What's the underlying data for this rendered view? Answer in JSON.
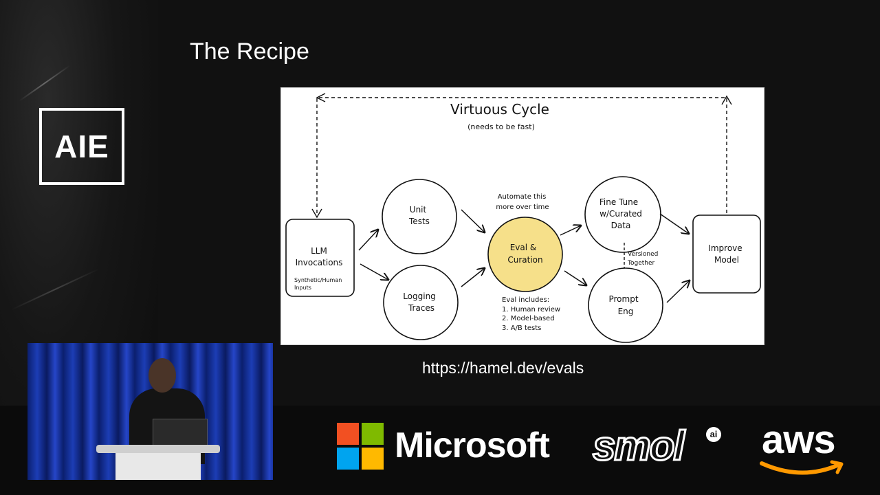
{
  "sidebar": {
    "logo_text": "AIE"
  },
  "slide": {
    "title": "The Recipe",
    "url": "https://hamel.dev/evals",
    "diagram": {
      "title": "Virtuous Cycle",
      "subtitle": "(needs to be fast)",
      "nodes": {
        "llm": {
          "line1": "LLM",
          "line2": "Invocations",
          "note1": "Synthetic/Human",
          "note2": "Inputs"
        },
        "unit_tests": {
          "line1": "Unit",
          "line2": "Tests"
        },
        "logging": {
          "line1": "Logging",
          "line2": "Traces"
        },
        "eval": {
          "line1": "Eval &",
          "line2": "Curation"
        },
        "finetune": {
          "line1": "Fine Tune",
          "line2": "w/Curated",
          "line3": "Data"
        },
        "prompt": {
          "line1": "Prompt",
          "line2": "Eng"
        },
        "improve": {
          "line1": "Improve",
          "line2": "Model"
        }
      },
      "annotations": {
        "automate1": "Automate this",
        "automate2": "more over time",
        "versioned1": "Versioned",
        "versioned2": "Together",
        "eval_includes": "Eval includes:",
        "eval_item1": "1. Human review",
        "eval_item2": "2. Model-based",
        "eval_item3": "3. A/B tests"
      },
      "colors": {
        "eval_fill": "#f6e08a",
        "stroke": "#111111"
      }
    }
  },
  "sponsors": {
    "microsoft": "Microsoft",
    "smol": "smol",
    "smol_badge": "ai",
    "aws": "aws",
    "microsoft_colors": [
      "#f25022",
      "#7fba00",
      "#00a4ef",
      "#ffb900"
    ]
  },
  "video": {
    "description_icon": "speaker-video"
  }
}
